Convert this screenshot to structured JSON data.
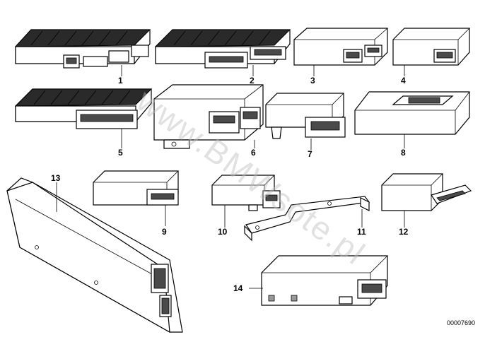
{
  "parts": [
    {
      "num": "1"
    },
    {
      "num": "2"
    },
    {
      "num": "3"
    },
    {
      "num": "4"
    },
    {
      "num": "5"
    },
    {
      "num": "6"
    },
    {
      "num": "7"
    },
    {
      "num": "8"
    },
    {
      "num": "9"
    },
    {
      "num": "10"
    },
    {
      "num": "11"
    },
    {
      "num": "12"
    },
    {
      "num": "13"
    },
    {
      "num": "14"
    }
  ],
  "watermark": "www.BMWsote.pl",
  "diagram_ref": "00007690"
}
